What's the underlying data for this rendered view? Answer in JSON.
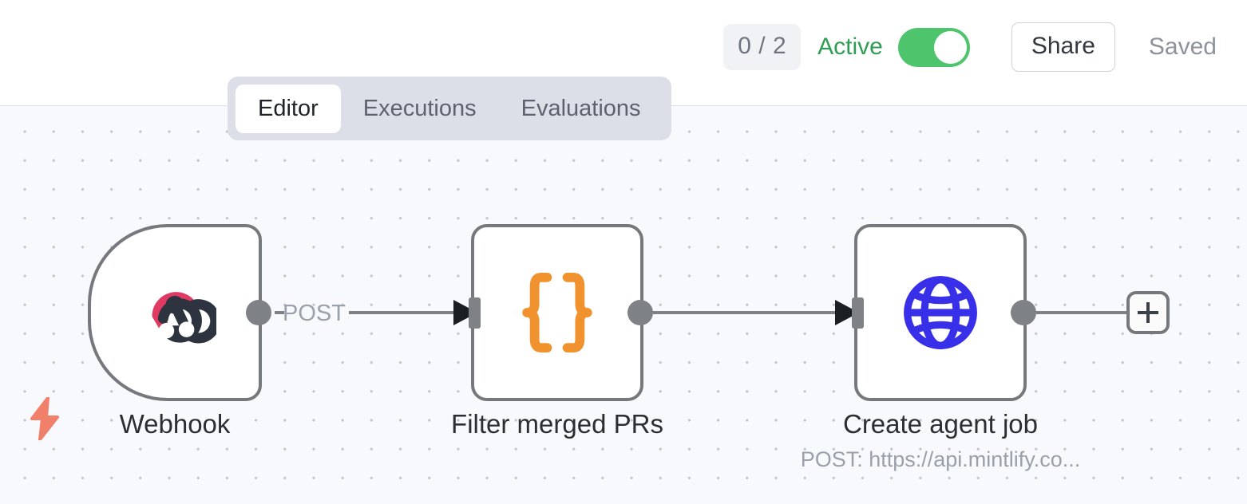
{
  "header": {
    "run_count_badge": "0 / 2",
    "active_label": "Active",
    "toggle_state": "on",
    "share_label": "Share",
    "save_status": "Saved",
    "accent_green": "#4ec56c",
    "active_text_green": "#2f9e55"
  },
  "tabs": [
    {
      "label": "Editor",
      "active": true
    },
    {
      "label": "Executions",
      "active": false
    },
    {
      "label": "Evaluations",
      "active": false
    }
  ],
  "canvas": {
    "background": "#f8f9fc",
    "dot_color": "#c3c7d0",
    "trigger_indicator_color": "#f0806a"
  },
  "nodes": [
    {
      "id": "webhook",
      "label": "Webhook",
      "sublabel": "",
      "icon": "webhook-icon",
      "icon_colors": {
        "primary": "#e03a63",
        "secondary": "#2d3440"
      },
      "type": "trigger"
    },
    {
      "id": "filter-merged-prs",
      "label": "Filter merged PRs",
      "sublabel": "",
      "icon": "curly-braces-icon",
      "icon_colors": {
        "primary": "#f0932f"
      },
      "type": "action"
    },
    {
      "id": "create-agent-job",
      "label": "Create agent job",
      "sublabel": "POST: https://api.mintlify.co...",
      "icon": "globe-icon",
      "icon_colors": {
        "primary": "#3830e8"
      },
      "type": "action"
    }
  ],
  "connections": [
    {
      "from": "webhook",
      "to": "filter-merged-prs",
      "label": "POST"
    },
    {
      "from": "filter-merged-prs",
      "to": "create-agent-job",
      "label": ""
    },
    {
      "from": "create-agent-job",
      "to": "add-node-button",
      "label": ""
    }
  ],
  "add_node_button": {
    "icon": "plus-icon"
  }
}
